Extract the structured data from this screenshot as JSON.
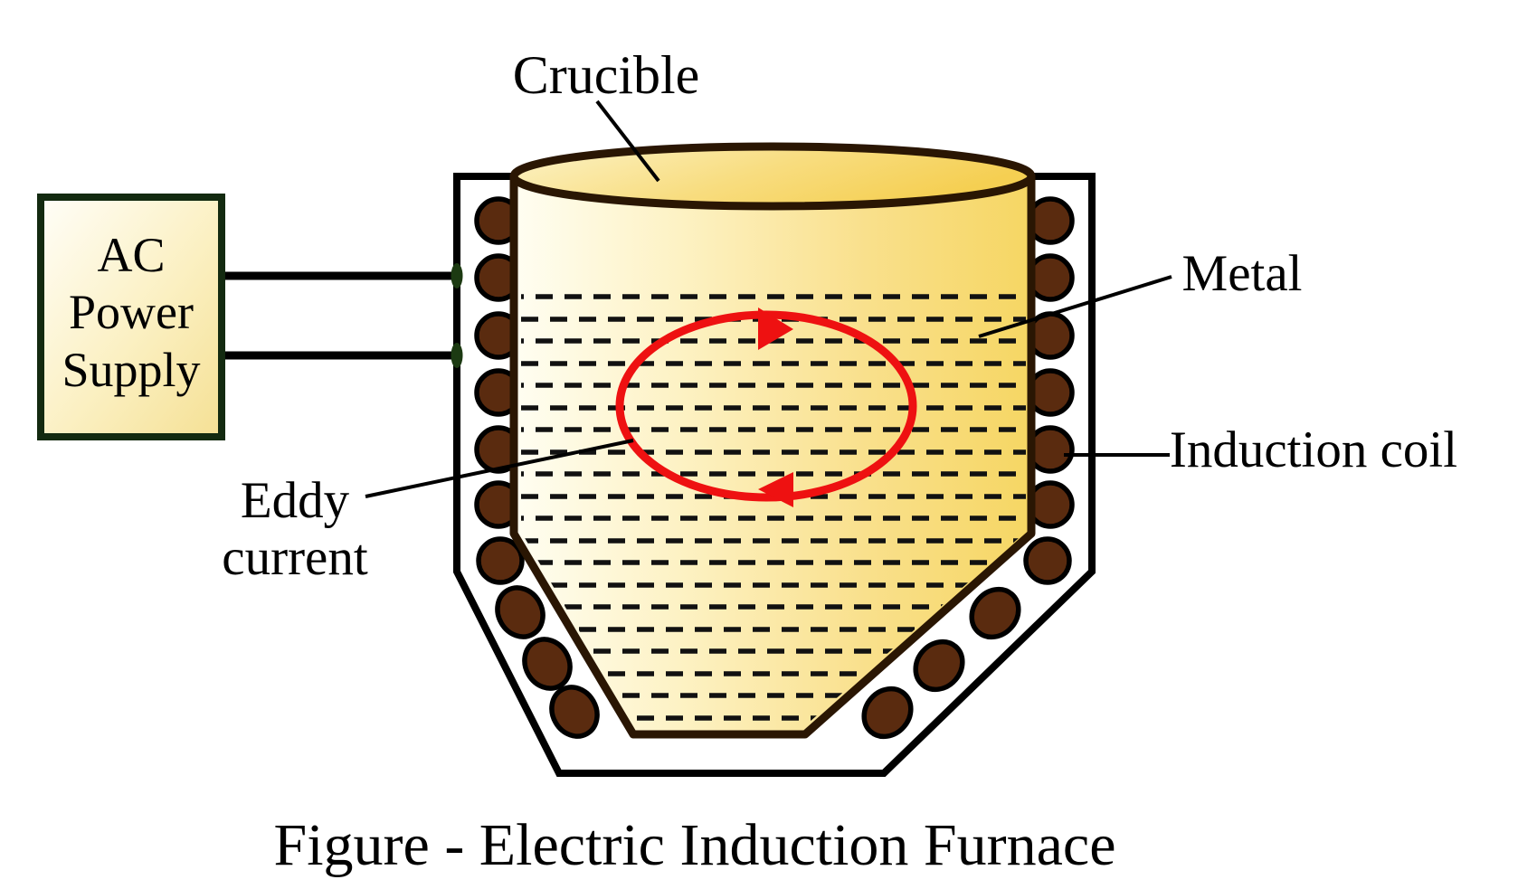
{
  "figure": {
    "caption": "Figure - Electric Induction Furnace",
    "labels": {
      "crucible": "Crucible",
      "metal": "Metal",
      "induction_coil": "Induction coil",
      "eddy_current_line1": "Eddy",
      "eddy_current_line2": "current",
      "power_supply_line1": "AC",
      "power_supply_line2": "Power",
      "power_supply_line3": "Supply"
    },
    "colors": {
      "eddy_current_red": "#ee1111",
      "coil_brown": "#5a2b0f",
      "crucible_outline_brown": "#2a1603",
      "molten_metal_yellow": "#f6d663",
      "power_box_border_green": "#132a10",
      "line_black": "#000000"
    }
  }
}
